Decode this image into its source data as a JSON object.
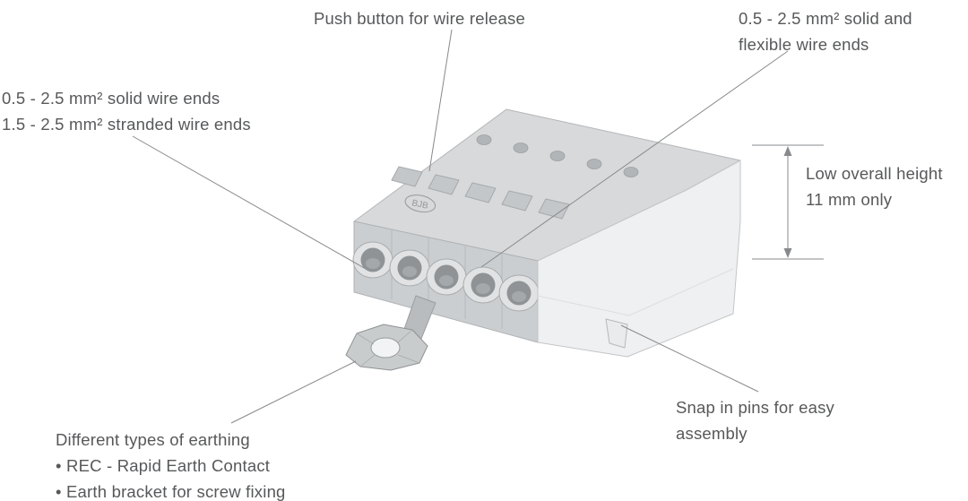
{
  "style": {
    "text_color": "#57585a",
    "line_color": "#87898c",
    "body_gray": "#d7d9da",
    "front_gray": "#cbced0",
    "cover_white": "#eef0f1",
    "metal_gray": "#c9cccd"
  },
  "labels": {
    "push_button": {
      "text": "Push button for wire release"
    },
    "wire_ends_right": {
      "line1": "0.5 - 2.5 mm² solid and",
      "line2": "flexible wire ends"
    },
    "wire_ends_left": {
      "line1": "0.5 - 2.5 mm² solid wire ends",
      "line2": "1.5 - 2.5 mm² stranded wire ends"
    },
    "overall_height": {
      "line1": "Low overall height",
      "line2": "11 mm only"
    },
    "snap_pins": {
      "line1": "Snap in pins for easy",
      "line2": "assembly"
    },
    "earthing": {
      "title": "Different types of earthing",
      "item1": "• REC - Rapid Earth Contact",
      "item2": "• Earth bracket for screw fixing"
    }
  },
  "device": {
    "brand_marking": "BJB"
  }
}
